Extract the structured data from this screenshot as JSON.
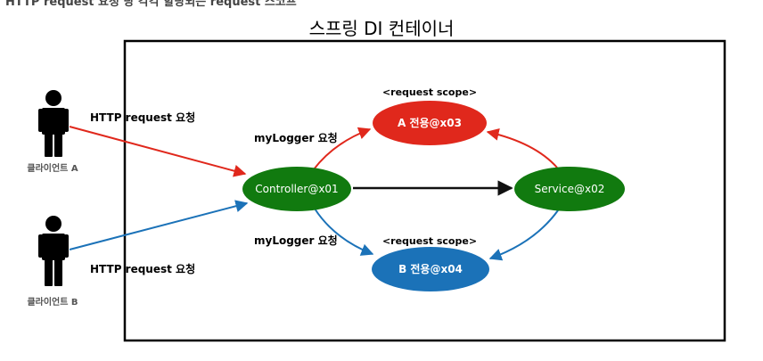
{
  "heading": "HTTP request 요청 당 각각 할당되는 request 스코프",
  "container_title": "스프링 DI 컨테이너",
  "clients": [
    {
      "label": "클라이언트 A",
      "request_label": "HTTP request 요청"
    },
    {
      "label": "클라이언트 B",
      "request_label": "HTTP request 요청"
    }
  ],
  "nodes": {
    "controller": "Controller@x01",
    "service": "Service@x02",
    "bean_a": "A 전용@x03",
    "bean_b": "B 전용@x04"
  },
  "scope_labels": {
    "a": "<request scope>",
    "b": "<request scope>"
  },
  "edge_labels": {
    "to_a": "myLogger 요청",
    "to_b": "myLogger 요청"
  },
  "colors": {
    "node_green": "#117a0f",
    "client_a_red": "#e0281c",
    "client_b_blue": "#1b72b8",
    "arrow_black": "#111111",
    "figure": "#000000"
  }
}
